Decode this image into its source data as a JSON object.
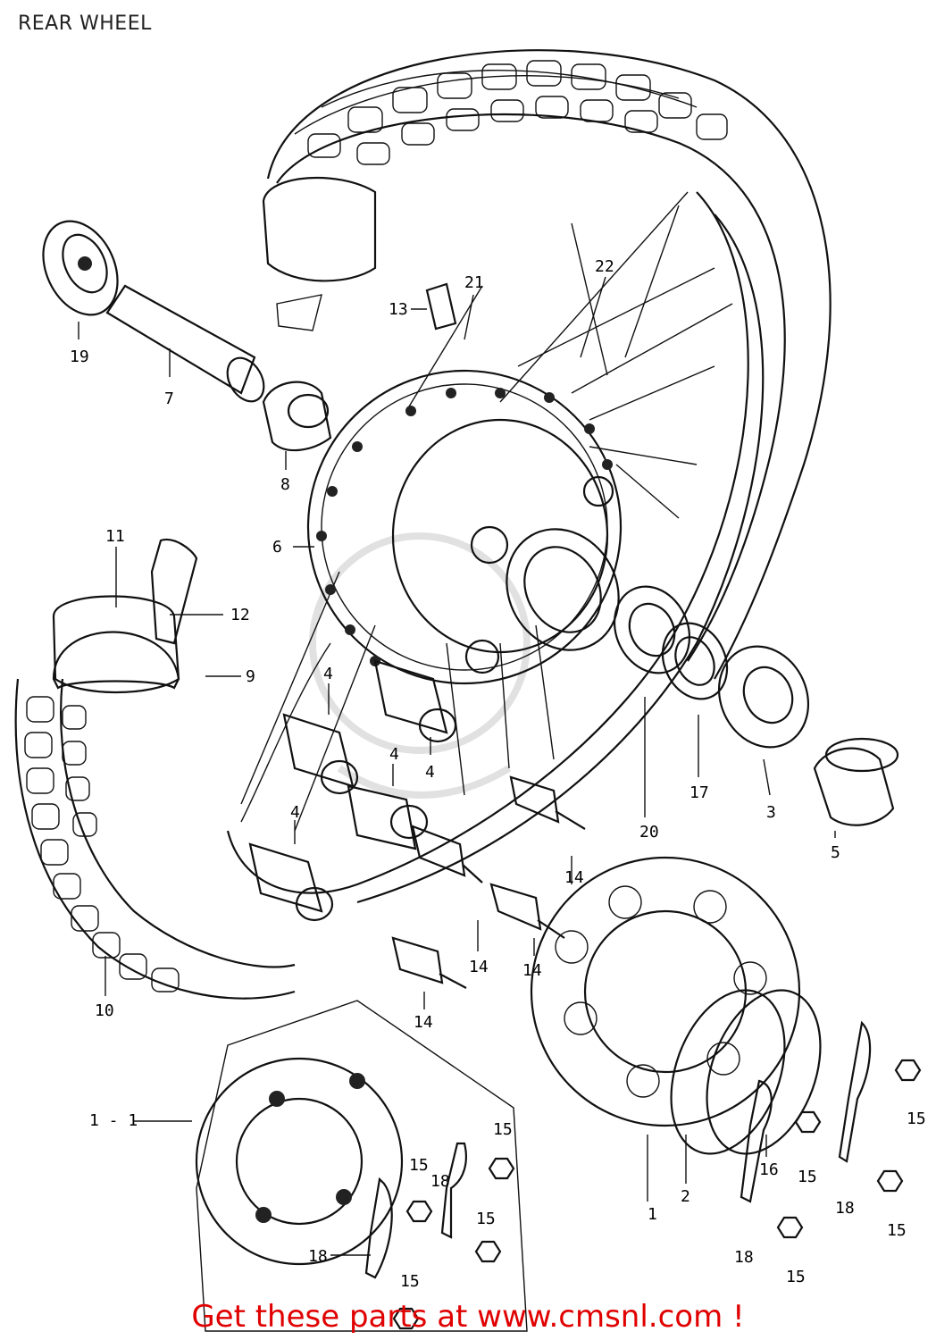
{
  "page": {
    "title": "REAR WHEEL",
    "footer": "Get these parts at www.cmsnl.com !"
  },
  "callouts": [
    {
      "id": "c1",
      "text": "1"
    },
    {
      "id": "c1_1",
      "text": "1 - 1"
    },
    {
      "id": "c2",
      "text": "2"
    },
    {
      "id": "c3",
      "text": "3"
    },
    {
      "id": "c4a",
      "text": "4"
    },
    {
      "id": "c4b",
      "text": "4"
    },
    {
      "id": "c4c",
      "text": "4"
    },
    {
      "id": "c4d",
      "text": "4"
    },
    {
      "id": "c5",
      "text": "5"
    },
    {
      "id": "c6",
      "text": "6"
    },
    {
      "id": "c7",
      "text": "7"
    },
    {
      "id": "c8",
      "text": "8"
    },
    {
      "id": "c9",
      "text": "9"
    },
    {
      "id": "c10",
      "text": "10"
    },
    {
      "id": "c11",
      "text": "11"
    },
    {
      "id": "c12",
      "text": "12"
    },
    {
      "id": "c13",
      "text": "13"
    },
    {
      "id": "c14a",
      "text": "14"
    },
    {
      "id": "c14b",
      "text": "14"
    },
    {
      "id": "c14c",
      "text": "14"
    },
    {
      "id": "c14d",
      "text": "14"
    },
    {
      "id": "c15a",
      "text": "15"
    },
    {
      "id": "c15b",
      "text": "15"
    },
    {
      "id": "c15c",
      "text": "15"
    },
    {
      "id": "c15d",
      "text": "15"
    },
    {
      "id": "c15e",
      "text": "15"
    },
    {
      "id": "c15f",
      "text": "15"
    },
    {
      "id": "c15g",
      "text": "15"
    },
    {
      "id": "c15h",
      "text": "15"
    },
    {
      "id": "c16",
      "text": "16"
    },
    {
      "id": "c17",
      "text": "17"
    },
    {
      "id": "c18a",
      "text": "18"
    },
    {
      "id": "c18b",
      "text": "18"
    },
    {
      "id": "c18c",
      "text": "18"
    },
    {
      "id": "c18d",
      "text": "18"
    },
    {
      "id": "c19",
      "text": "19"
    },
    {
      "id": "c20",
      "text": "20"
    },
    {
      "id": "c21",
      "text": "21"
    },
    {
      "id": "c22",
      "text": "22"
    }
  ]
}
